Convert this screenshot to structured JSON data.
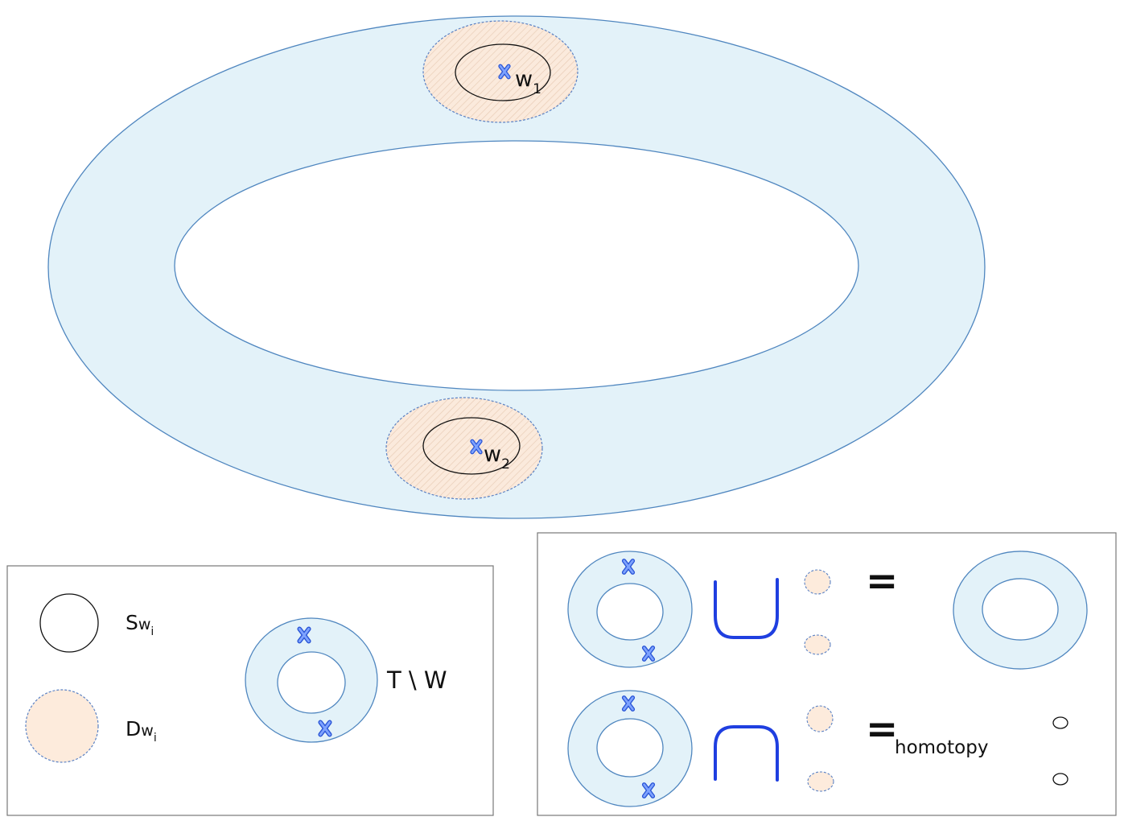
{
  "torus": {
    "marks": [
      {
        "name": "w",
        "index": "1"
      },
      {
        "name": "w",
        "index": "2"
      }
    ]
  },
  "legend": {
    "circle_label": {
      "main": "S",
      "w": "w",
      "idx": "i"
    },
    "disk_label": {
      "main": "D",
      "w": "w",
      "idx": "i"
    },
    "complement_label": "T \\ W"
  },
  "operations": {
    "union_result": "=",
    "intersection_eq": "=",
    "intersection_sub": "homotopy"
  },
  "colors": {
    "torus_fill": "#e3f2f9",
    "torus_stroke": "#4f86bf",
    "disk_fill": "#fbeadc",
    "marker": "#4b7cf0",
    "cup_cap": "#1f3fe0"
  }
}
